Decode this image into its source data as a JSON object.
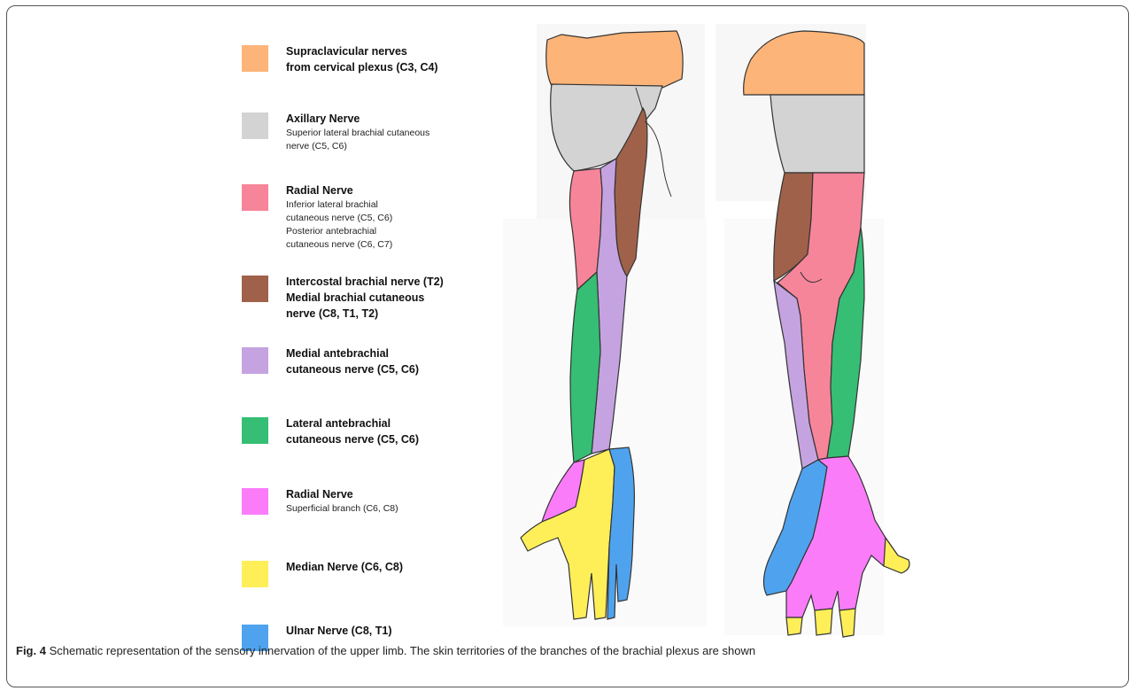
{
  "legend": [
    {
      "title": "Supraclavicular nerves\nfrom cervical plexus (C3, C4)",
      "sub": "",
      "color": "#FDB478"
    },
    {
      "title": "Axillary Nerve",
      "sub": "Superior lateral brachial cutaneous\nnerve (C5, C6)",
      "color": "#D3D3D3"
    },
    {
      "title": "Radial Nerve",
      "sub": "Inferior lateral brachial\ncutaneous nerve (C5, C6)\nPosterior antebrachial\ncutaneous nerve (C6, C7)",
      "color": "#F7859A"
    },
    {
      "title": "Intercostal brachial nerve (T2)\nMedial brachial cutaneous\nnerve (C8, T1, T2)",
      "sub": "",
      "color": "#A0614A"
    },
    {
      "title": "Medial antebrachial\ncutaneous nerve (C5, C6)",
      "sub": "",
      "color": "#C5A3E0"
    },
    {
      "title": "Lateral antebrachial\ncutaneous nerve (C5, C6)",
      "sub": "",
      "color": "#36BE74"
    },
    {
      "title": "Radial Nerve",
      "sub": "Superficial branch (C6, C8)",
      "color": "#FB7CF9"
    },
    {
      "title": "Median Nerve (C6, C8)",
      "sub": "",
      "color": "#FEEF59"
    },
    {
      "title": "Ulnar Nerve (C8, T1)",
      "sub": "",
      "color": "#4FA3EE"
    }
  ],
  "caption": {
    "label": "Fig. 4",
    "line1": "Schematic representation of the sensory innervation of the upper limb. The skin territories of the branches of the brachial plexus are shown"
  },
  "colors": {
    "supraclavicular": "#FDB478",
    "axillary": "#D3D3D3",
    "radial": "#F7859A",
    "intercostal": "#A0614A",
    "medial_antebrachial": "#C5A3E0",
    "lateral_antebrachial": "#36BE74",
    "radial_superficial": "#FB7CF9",
    "median": "#FEEF59",
    "ulnar": "#4FA3EE"
  }
}
